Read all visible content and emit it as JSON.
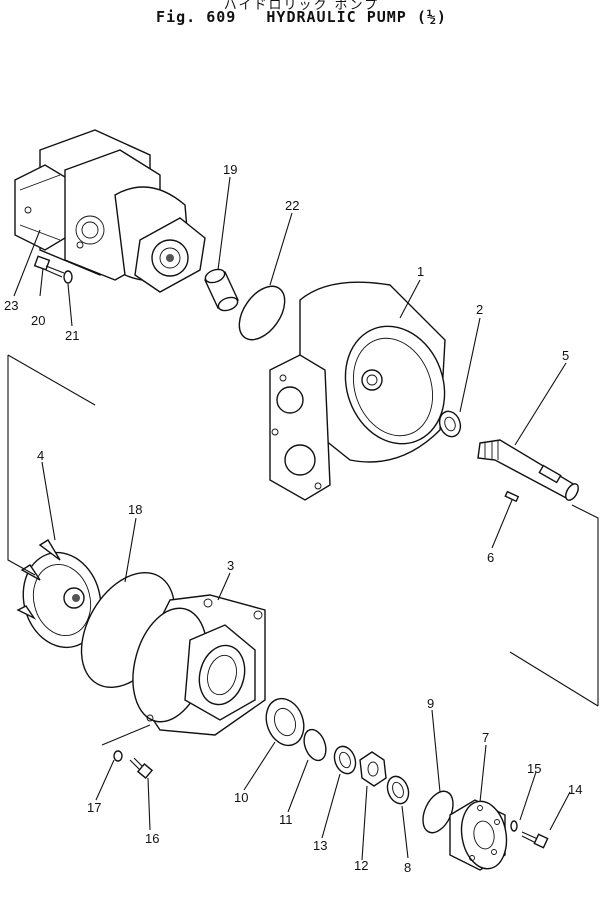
{
  "header": {
    "japanese_title": "ハイドロリック ポンプ",
    "fig_label": "Fig. 609",
    "title": "HYDRAULIC PUMP",
    "sheet": "(½)"
  },
  "callouts": [
    "1",
    "2",
    "3",
    "4",
    "5",
    "6",
    "7",
    "8",
    "9",
    "10",
    "11",
    "12",
    "13",
    "14",
    "15",
    "16",
    "17",
    "18",
    "19",
    "20",
    "21",
    "22",
    "23"
  ]
}
